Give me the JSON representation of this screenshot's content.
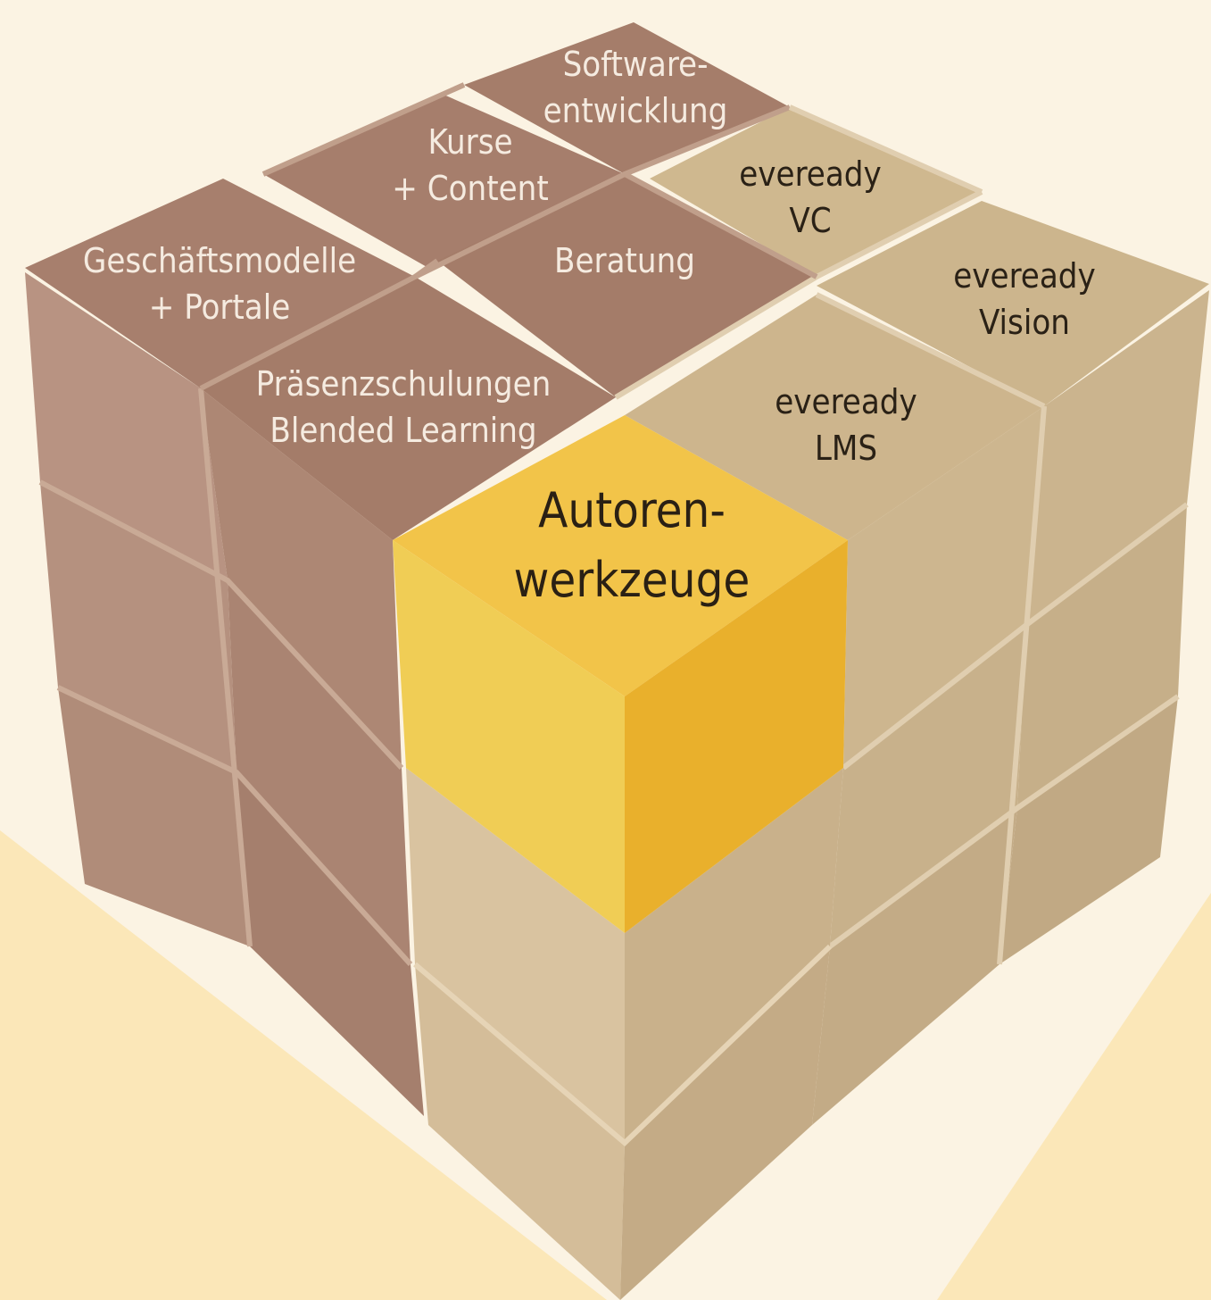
{
  "blocks": [
    {
      "id": "softwareentwicklung",
      "lines": [
        "Software-",
        "entwicklung"
      ],
      "theme": "brown"
    },
    {
      "id": "kurse-content",
      "lines": [
        "Kurse",
        "+ Content"
      ],
      "theme": "brown"
    },
    {
      "id": "beratung",
      "lines": [
        "Beratung"
      ],
      "theme": "brown"
    },
    {
      "id": "geschaeftsmodelle",
      "lines": [
        "Geschäftsmodelle",
        "+ Portale"
      ],
      "theme": "brown"
    },
    {
      "id": "praesenzschulungen",
      "lines": [
        "Präsenzschulungen",
        "Blended Learning"
      ],
      "theme": "brown"
    },
    {
      "id": "eveready-vc",
      "lines": [
        "eveready",
        "VC"
      ],
      "theme": "tan"
    },
    {
      "id": "eveready-vision",
      "lines": [
        "eveready",
        "Vision"
      ],
      "theme": "tan"
    },
    {
      "id": "eveready-lms",
      "lines": [
        "eveready",
        "LMS"
      ],
      "theme": "tan"
    },
    {
      "id": "autorenwerkzeuge",
      "lines": [
        "Autoren-",
        "werkzeuge"
      ],
      "theme": "gold"
    }
  ],
  "colors": {
    "background": "#fbf3e3",
    "floor": "#fbe7b8",
    "brown_top": "#a67e6c",
    "brown_left": "#b89784",
    "brown_right": "#a88270",
    "tan_top": "#d0b88f",
    "tan_left": "#e3d0b0",
    "tan_right": "#c9b38e",
    "gold_top": "#f2c449",
    "gold_left": "#f0cf58",
    "gold_right": "#e9b22f"
  }
}
